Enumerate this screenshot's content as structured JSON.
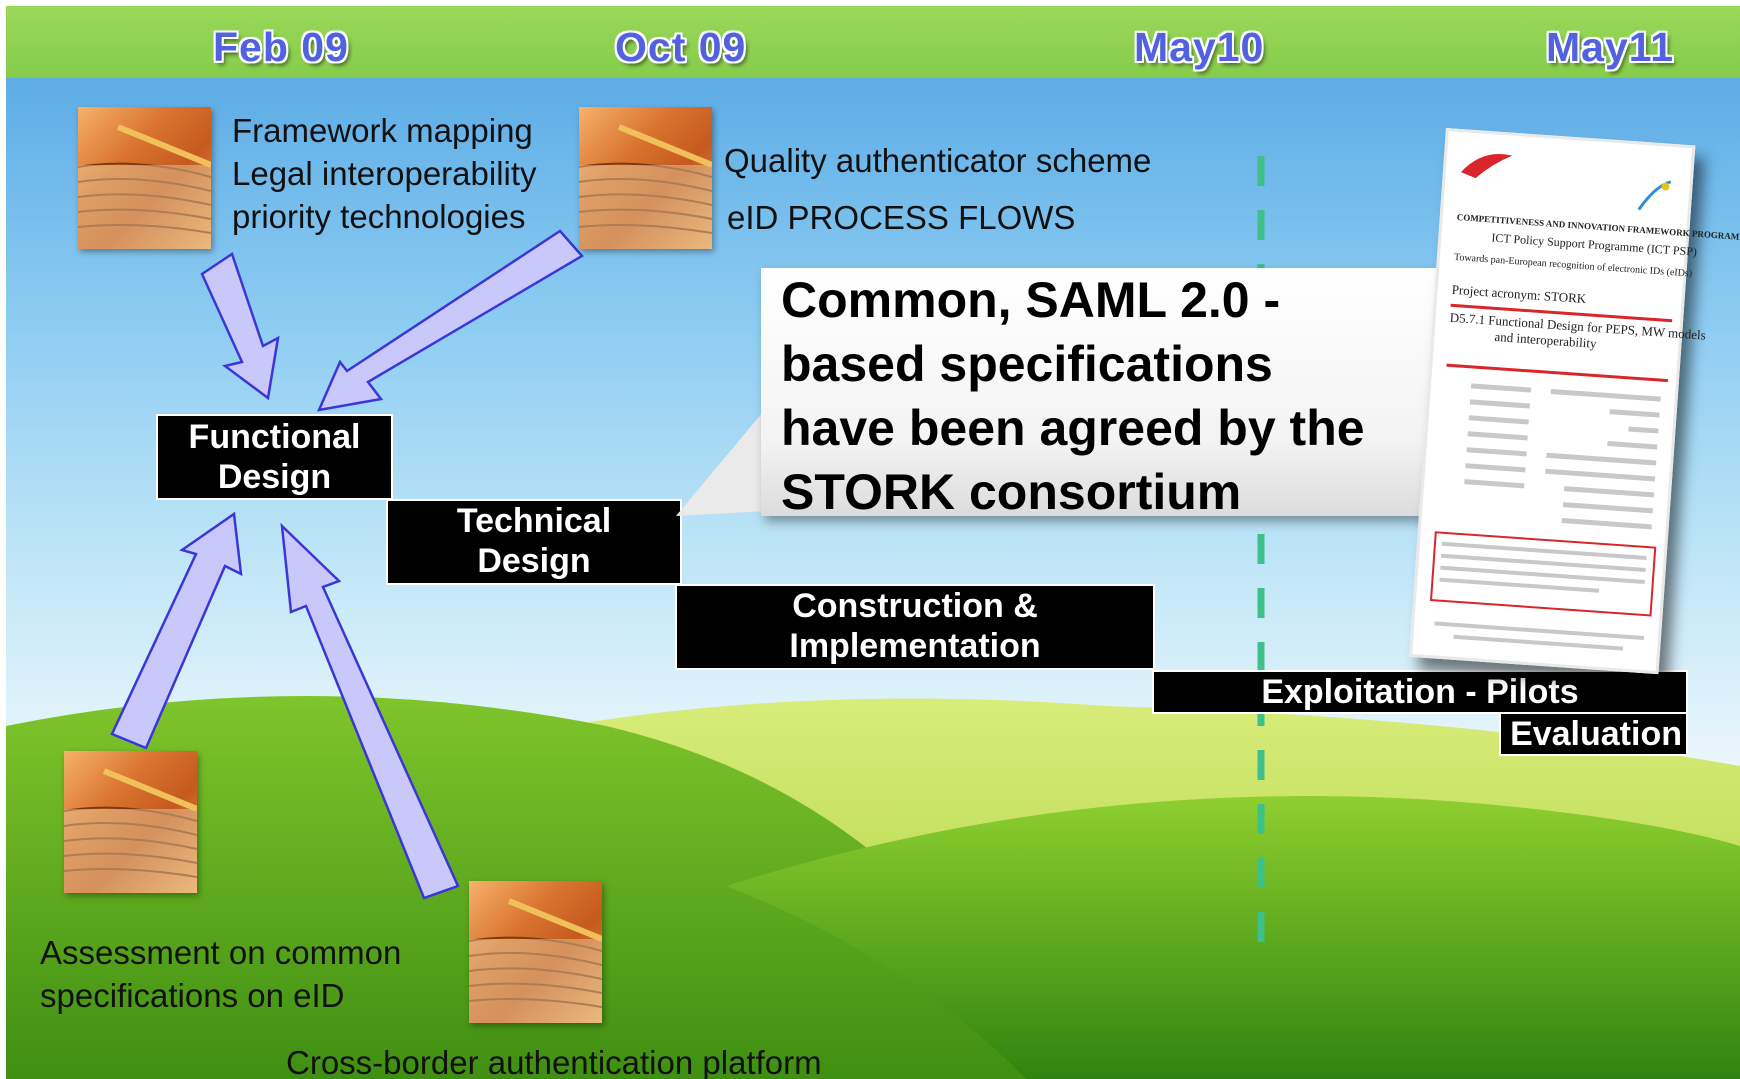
{
  "timeline": {
    "dates": [
      "Feb 09",
      "Oct 09",
      "May10",
      "May11"
    ]
  },
  "inputs": {
    "top_left_lines": [
      "Framework mapping",
      "Legal interoperability",
      "priority technologies"
    ],
    "top_middle_lines": [
      "Quality authenticator scheme",
      "eID PROCESS FLOWS"
    ],
    "bottom_left_lines": [
      "Assessment on common",
      "specifications on eID"
    ],
    "bottom_center": "Cross-border authentication platform"
  },
  "phases": {
    "functional": [
      "Functional",
      "Design"
    ],
    "technical": [
      "Technical",
      "Design"
    ],
    "construction": [
      "Construction &",
      "Implementation"
    ],
    "exploitation": "Exploitation - Pilots",
    "evaluation": "Evaluation"
  },
  "callout": {
    "lines": [
      "Common, SAML 2.0 -",
      "based  specifications",
      "have been agreed by the",
      "STORK consortium"
    ]
  },
  "document": {
    "header": "COMPETITIVENESS AND INNOVATION FRAMEWORK PROGRAMME",
    "subheader": "ICT Policy Support Programme (ICT PSP)",
    "towards": "Towards pan-European recognition of electronic IDs (eIDs)",
    "acronym": "Project acronym: STORK",
    "deliverable": "D5.7.1 Functional Design for PEPS, MW models",
    "deliverable2": "and interoperability"
  },
  "colors": {
    "header_band": "#8fd150",
    "date_text": "#5161e0",
    "arrow_fill": "#c9c8fb",
    "arrow_stroke": "#3b36d6",
    "dashed_line": "#3dc08a"
  }
}
